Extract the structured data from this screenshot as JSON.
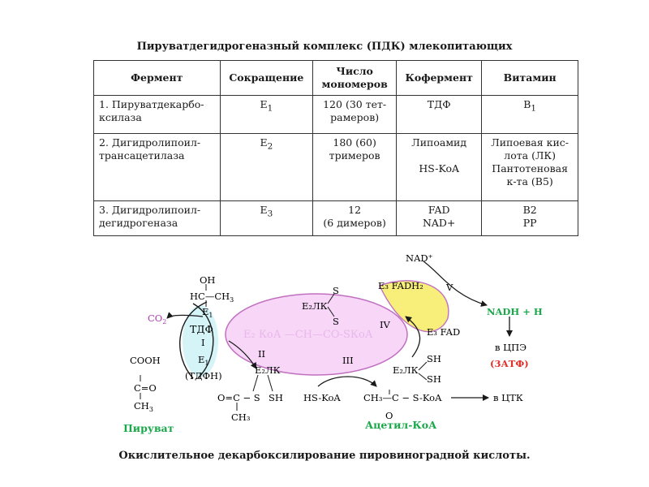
{
  "title": "Пируватдегидрогеназный комплекс (ПДК) млекопитающих",
  "table": {
    "headers": [
      "Фермент",
      "Сокращение",
      "Число\nмономеров",
      "Кофермент",
      "Витамин"
    ],
    "rows": [
      {
        "enzyme": "1. Пируватдекарбо-\nксилаза",
        "abbr": "E",
        "sub": "1",
        "monomers": "120 (30 тет-\nрамеров)",
        "coenzyme": "ТДФ",
        "vitamin": "B",
        "vit_sub": "1"
      },
      {
        "enzyme": "2. Дигидролипоил-\nтрансацетилаза",
        "abbr": "E",
        "sub": "2",
        "monomers": "180 (60)\nтримеров",
        "coenzyme": "Липоамид\n\nHS-KoA",
        "vitamin": "Липоевая кис-\nлота (ЛК)\nПантотеновая\nк-та (B5)"
      },
      {
        "enzyme": "3. Дигидролипоил-\nдегидрогеназа",
        "abbr": "E",
        "sub": "3",
        "monomers": "12\n(6 димеров)",
        "coenzyme": "FAD\nNAD+",
        "vitamin": "B2\nPP"
      }
    ]
  },
  "diagram": {
    "oh": "OH",
    "hc_ch3": "HC—CH",
    "ch3_sub": "3",
    "e1": "E",
    "e1_sub": "1",
    "co2": "CO",
    "co2_sub": "2",
    "tdf": "ТДФ",
    "roman_1": "I",
    "tdfn": "(ТДФН)",
    "cooh": "COOH",
    "c_o": "C=O",
    "ch3": "CH",
    "pyruvate": "Пируват",
    "s_top": "S",
    "e2_lk_oxidized": "E₂ЛК",
    "s_bottom": "S",
    "roman_2": "II",
    "e2_lk_acyl": "E₂ЛК",
    "acetyl_fragment": "O=C − S",
    "sh": "SH",
    "ch3_low": "CH₃",
    "hs_koa": "HS-KoA",
    "roman_3": "III",
    "acetyl_coa_formula": "CH₃—C − S-KoA",
    "acetyl_o": "O",
    "acetyl_coa": "Ацетил-КоА",
    "to_tca": "в ЦТК",
    "e2_lk_reduced": "E₂ЛК",
    "sh1": "SH",
    "sh2": "SH",
    "roman_4": "IV",
    "e3_fadh2": "E₃ FADH₂",
    "e3_fad": "E₃ FAD",
    "roman_5": "V",
    "nad": "NAD⁺",
    "nadh": "NADH + H",
    "to_etc": "в ЦПЭ",
    "atp": "(3АТФ)",
    "overlay_text": "E₂ КоА —СН—СО-SКоА"
  },
  "caption": "Окислительное декарбоксилирование пировиноградной кислоты.",
  "colors": {
    "pink_fill": "#f7d6f7",
    "pink_stroke": "#c070c0",
    "yellow_fill": "#f7ef7a",
    "cyan_fill": "#d4f4f8",
    "green_text": "#1aa84a",
    "red_text": "#e0302a",
    "violet_text": "#b03ab0"
  }
}
